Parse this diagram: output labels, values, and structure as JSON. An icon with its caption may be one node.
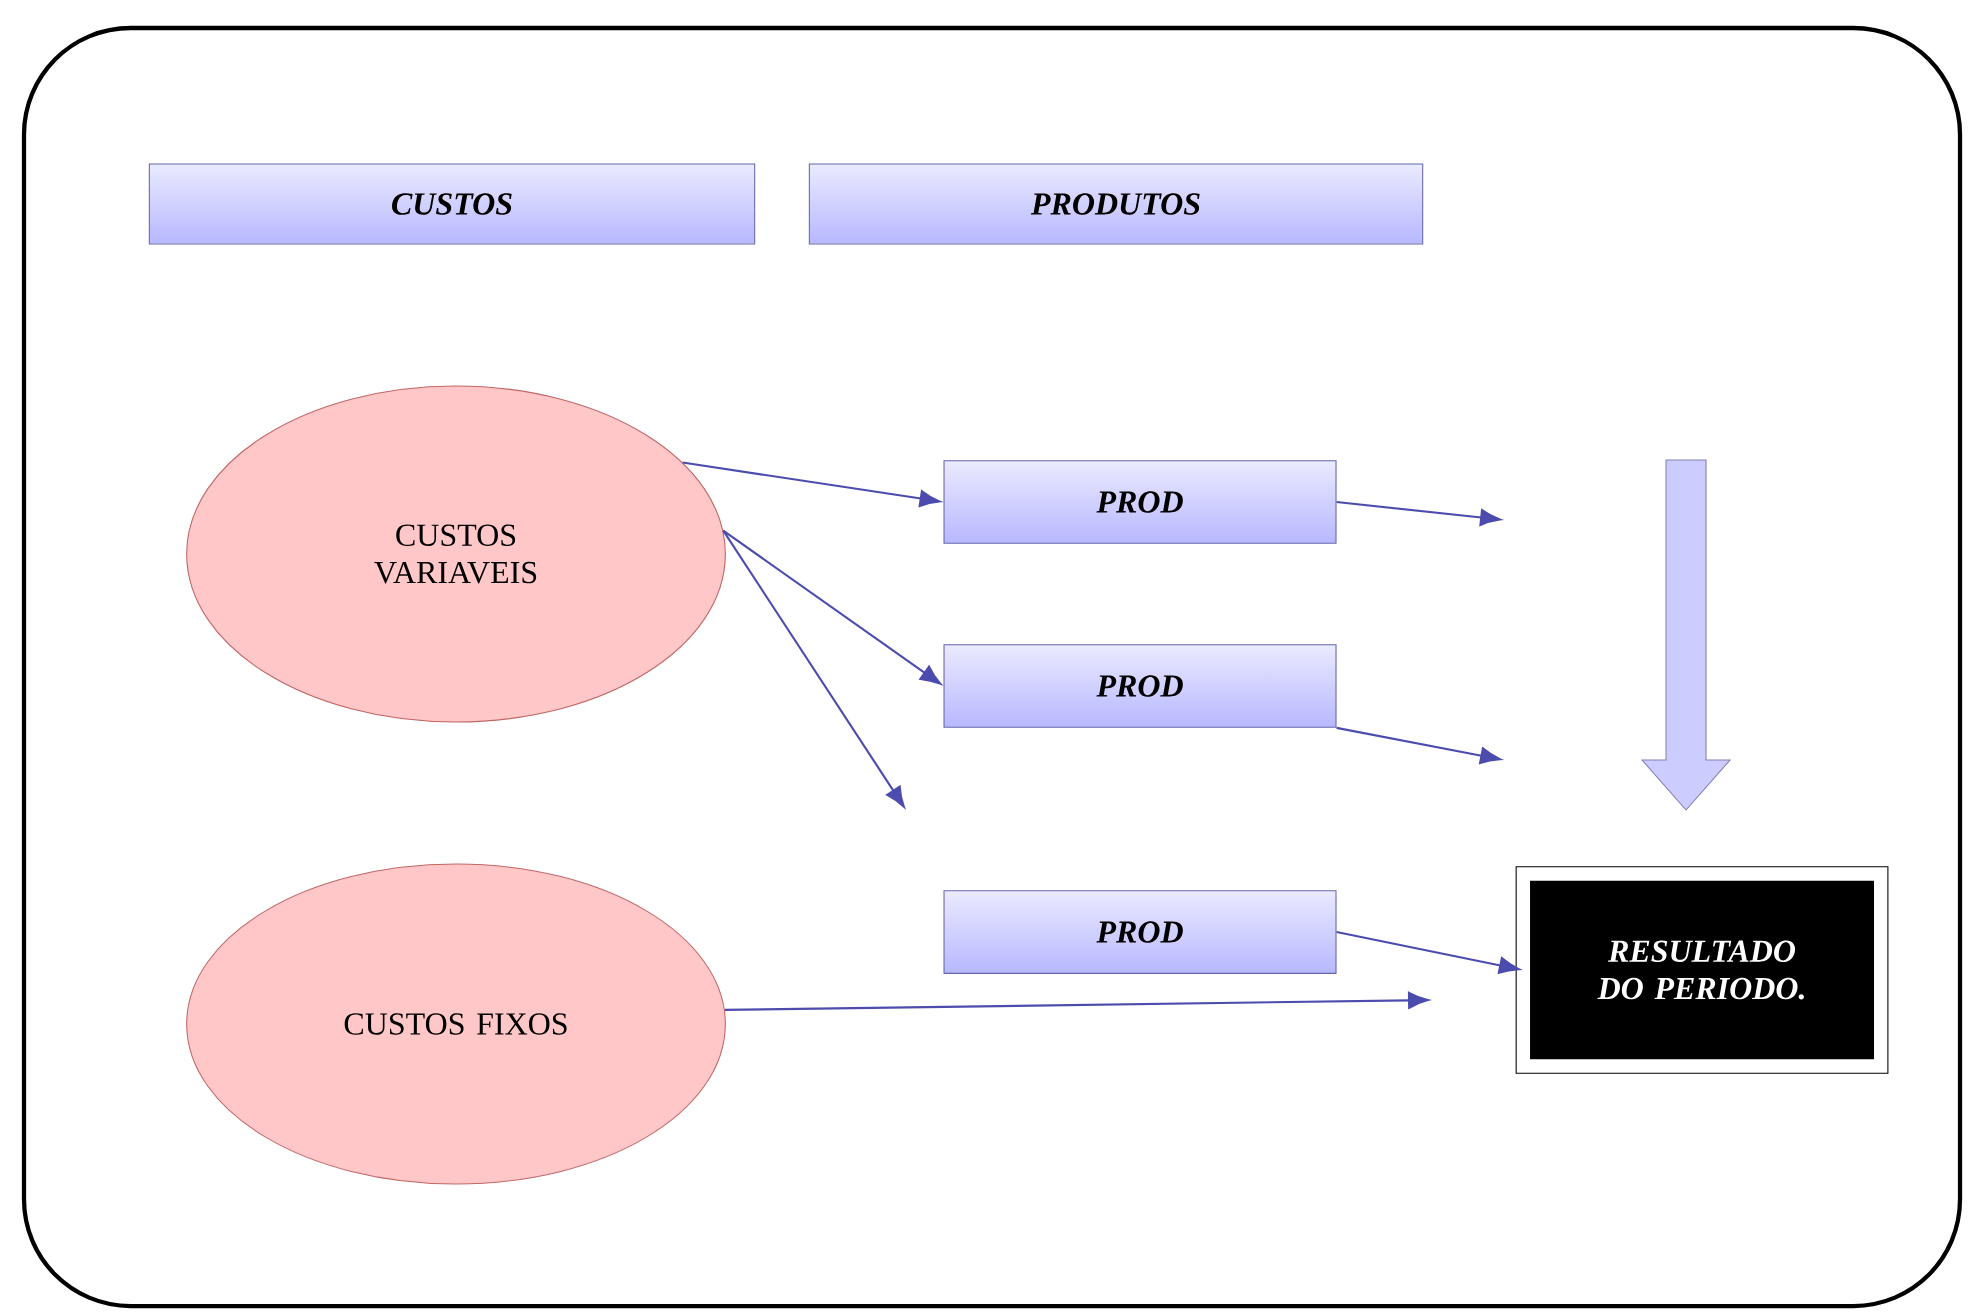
{
  "diagram": {
    "nodes": [
      {
        "text": [
          "CUSTOS"
        ]
      },
      {
        "text": [
          "PRODUTOS"
        ]
      },
      {
        "text": [
          "CUSTOS VARIAVEIS"
        ]
      },
      {
        "text": [
          "PROD"
        ]
      },
      {
        "text": [
          "PROD"
        ]
      },
      {
        "text": [
          "PROD"
        ]
      },
      {
        "text": [
          "RESULTADO DO PERIODO."
        ]
      },
      {
        "text": [
          "CUSTOS FIXOS"
        ]
      }
    ],
    "edges": [
      {
        "from": 2,
        "to": 3,
        "arrow": "to"
      },
      {
        "from": 2,
        "to": 4,
        "arrow": "to"
      },
      {
        "from": 2,
        "to": null,
        "arrow": "to"
      },
      {
        "from": 3,
        "to": null,
        "arrow": "to"
      },
      {
        "from": 4,
        "to": null,
        "arrow": "to"
      },
      {
        "from": 5,
        "to": 6,
        "arrow": "to"
      },
      {
        "from": 7,
        "to": null,
        "arrow": "to"
      }
    ]
  }
}
